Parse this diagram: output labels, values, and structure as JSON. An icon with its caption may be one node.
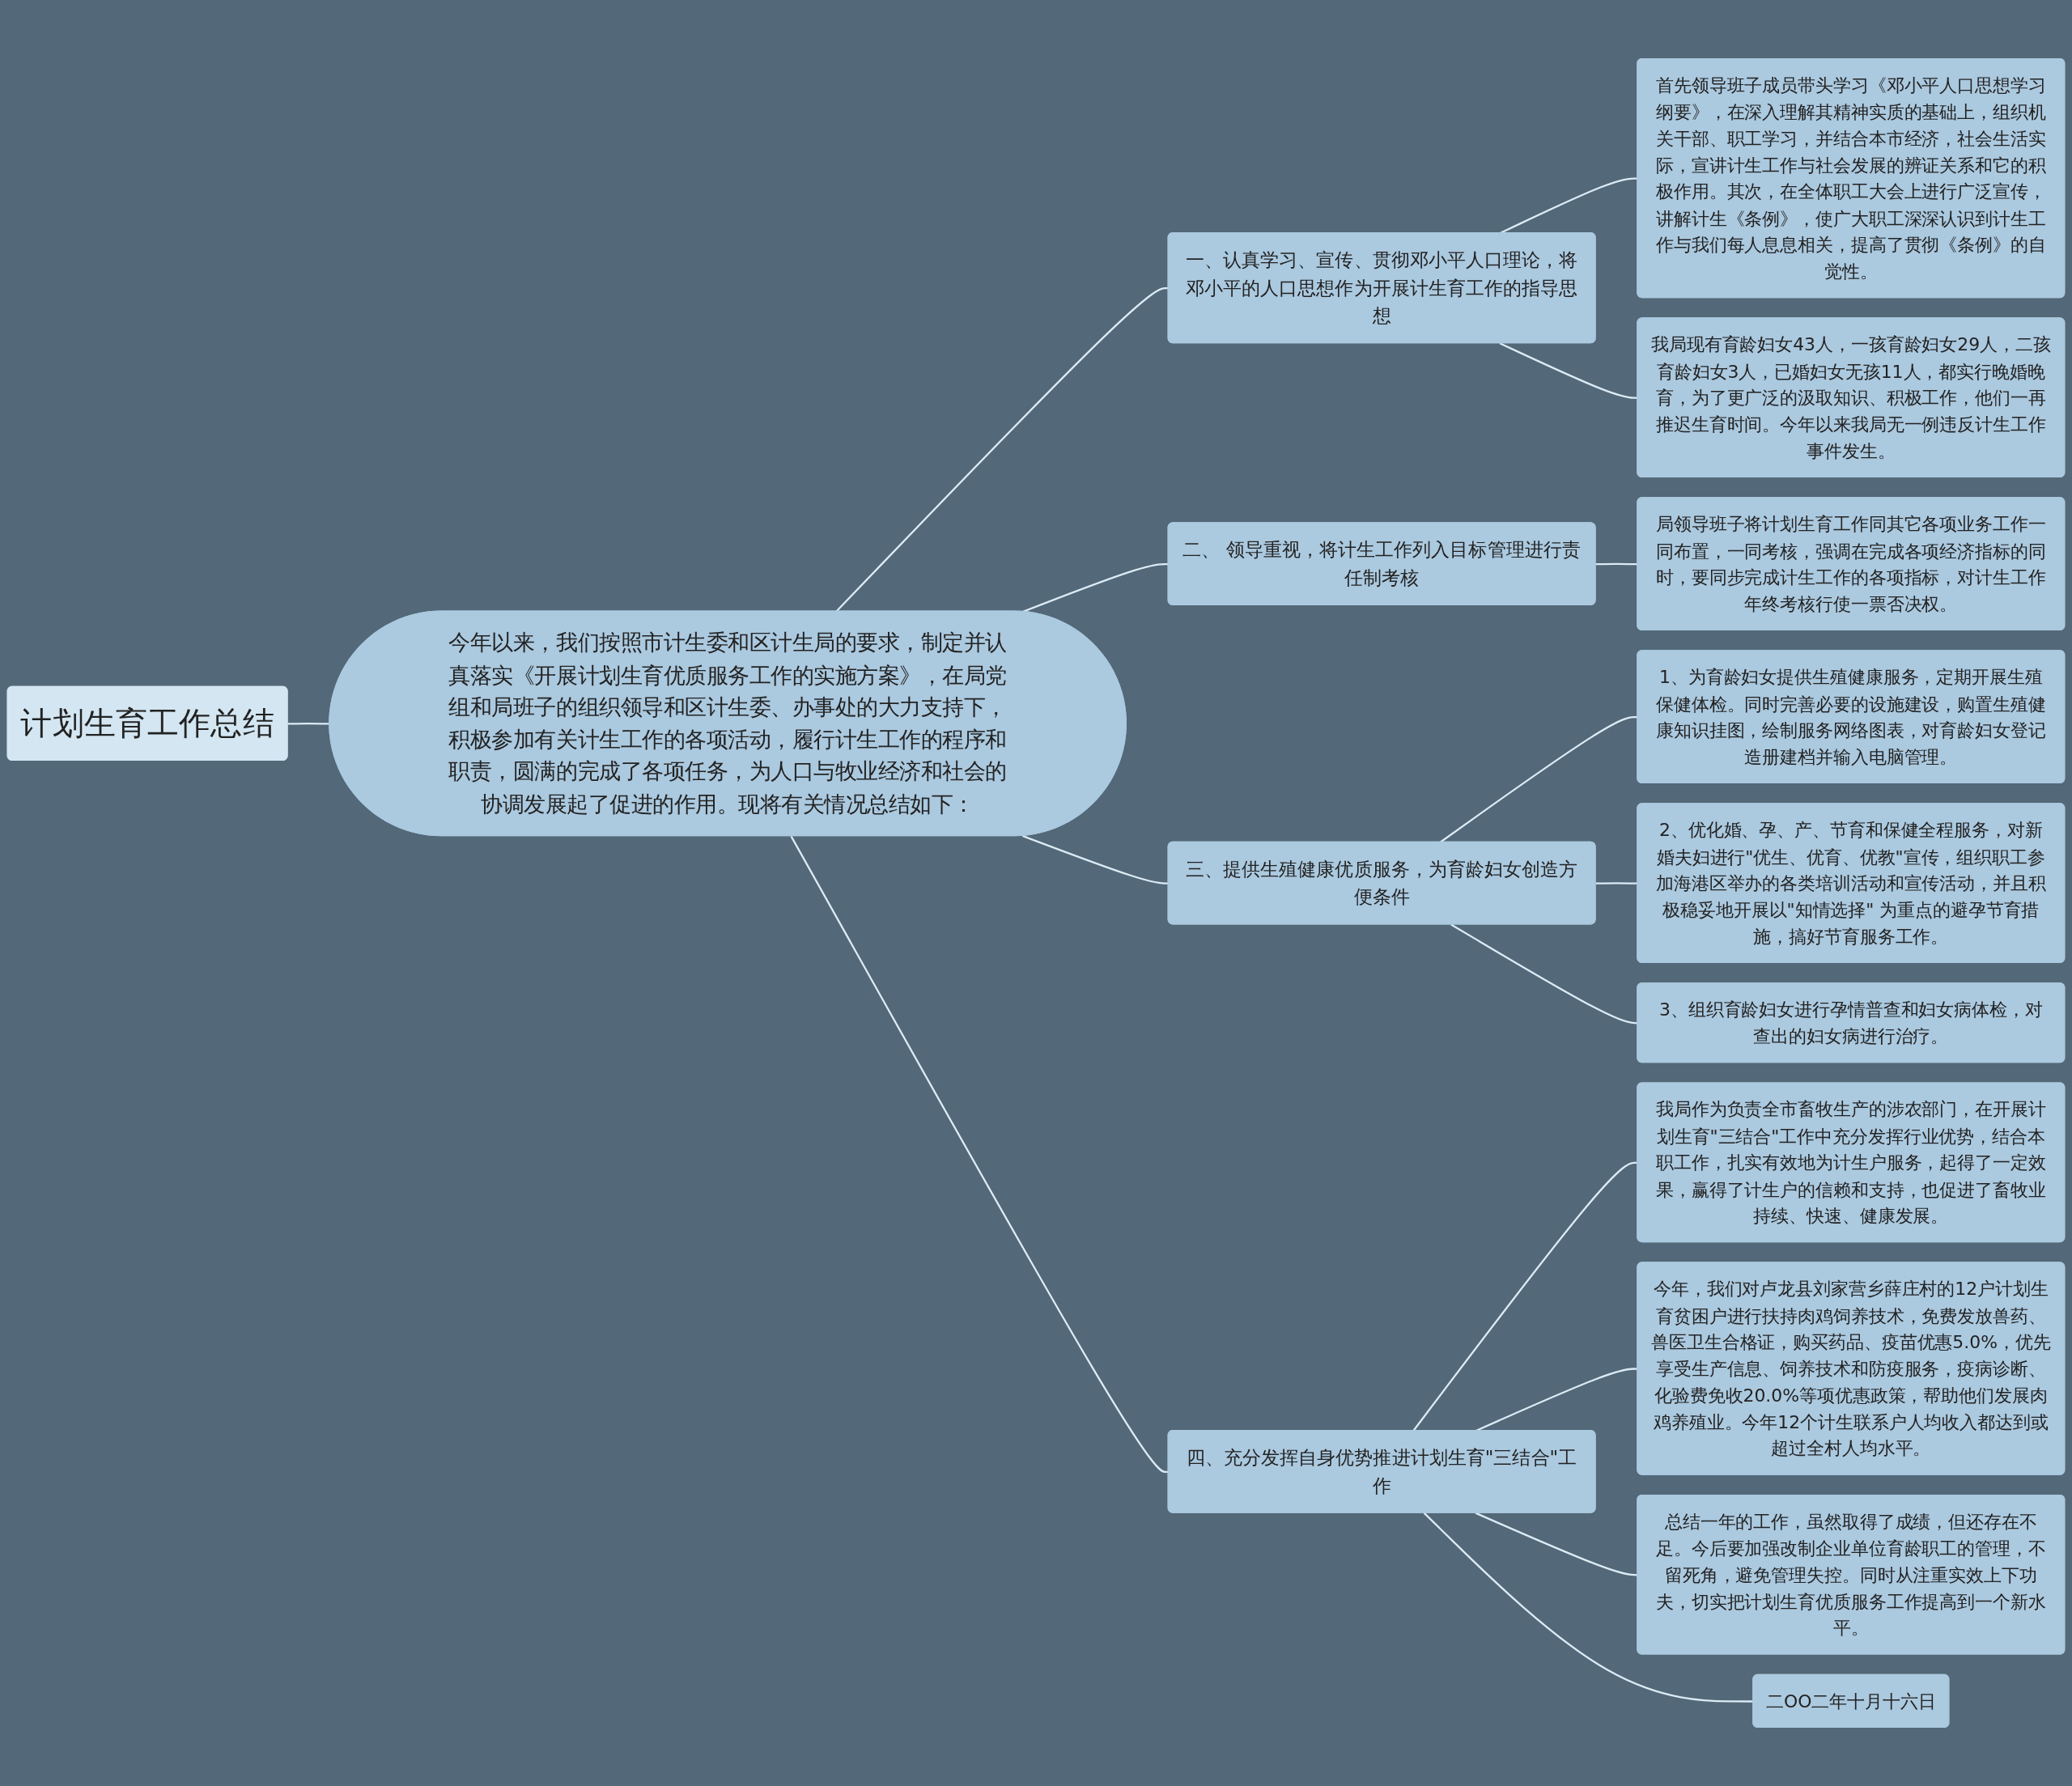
{
  "diagram": {
    "nodes": [
      {
        "text": [
          "计划生育工作总结"
        ]
      },
      {
        "text": [
          "今年以来，我们按照市计生委和区计生局的要求，制定并认真落实《开展计划生育优质服务工作的实施方案》，在局党组和局班子的组织领导和区计生委、办事处的大力支持下，积极参加有关计生工作的各项活动，履行计生工作的程序和职责，圆满的完成了各项任务，为人口与牧业经济和社会的协调发展起了促进的作用。现将有关情况总结如下："
        ]
      },
      {
        "text": [
          "一、认真学习、宣传、贯彻邓小平人口理论，将邓小平的人口思想作为开展计生育工作的指导思想"
        ]
      },
      {
        "text": [
          "首先领导班子成员带头学习《邓小平人口思想学习纲要》，在深入理解其精神实质的基础上，组织机关干部、职工学习，并结合本市经济，社会生活实际，宣讲计生工作与社会发展的辨证关系和它的积极作用。其次，在全体职工大会上进行广泛宣传，讲解计生《条例》，使广大职工深深认识到计生工作与我们每人息息相关，提高了贯彻《条例》的自觉性。"
        ]
      },
      {
        "text": [
          "我局现有育龄妇女43人，一孩育龄妇女29人，二孩育龄妇女3人，已婚妇女无孩11人，都实行晚婚晚育，为了更广泛的汲取知识、积极工作，他们一再推迟生育时间。今年以来我局无一例违反计生工作事件发生。"
        ]
      },
      {
        "text": [
          "二、 领导重视，将计生工作列入目标管理进行责任制考核"
        ]
      },
      {
        "text": [
          "局领导班子将计划生育工作同其它各项业务工作一同布置，一同考核，强调在完成各项经济指标的同时，要同步完成计生工作的各项指标，对计生工作年终考核行使一票否决权。"
        ]
      },
      {
        "text": [
          "三、提供生殖健康优质服务，为育龄妇女创造方便条件"
        ]
      },
      {
        "text": [
          "1、为育龄妇女提供生殖健康服务，定期开展生殖保健体检。同时完善必要的设施建设，购置生殖健康知识挂图，绘制服务网络图表，对育龄妇女登记造册建档并输入电脑管理。"
        ]
      },
      {
        "text": [
          "2、优化婚、孕、产、节育和保健全程服务，对新婚夫妇进行\"优生、优育、优教\"宣传，组织职工参加海港区举办的各类培训活动和宣传活动，并且积极稳妥地开展以\"知情选择\" 为重点的避孕节育措施，搞好节育服务工作。"
        ]
      },
      {
        "text": [
          "3、组织育龄妇女进行孕情普查和妇女病体检，对查出的妇女病进行治疗。"
        ]
      },
      {
        "text": [
          "四、充分发挥自身优势推进计划生育\"三结合\"工作"
        ]
      },
      {
        "text": [
          "我局作为负责全市畜牧生产的涉农部门，在开展计划生育\"三结合\"工作中充分发挥行业优势，结合本职工作，扎实有效地为计生户服务，起得了一定效果，赢得了计生户的信赖和支持，也促进了畜牧业持续、快速、健康发展。"
        ]
      },
      {
        "text": [
          "今年，我们对卢龙县刘家营乡薛庄村的12户计划生育贫困户进行扶持肉鸡饲养技术，免费发放兽药、兽医卫生合格证，购买药品、疫苗优惠5.0%，优先享受生产信息、饲养技术和防疫服务，疫病诊断、化验费免收20.0%等项优惠政策，帮助他们发展肉鸡养殖业。今年12个计生联系户人均收入都达到或超过全村人均水平。"
        ]
      },
      {
        "text": [
          "总结一年的工作，虽然取得了成绩，但还存在不足。今后要加强改制企业单位育龄职工的管理，不留死角，避免管理失控。同时从注重实效上下功夫，切实把计划生育优质服务工作提高到一个新水平。"
        ]
      },
      {
        "text": [
          "二OO二年十月十六日"
        ]
      }
    ],
    "edges": [
      {
        "from": 0,
        "to": 1,
        "arrow": "none"
      },
      {
        "from": 1,
        "to": 2,
        "arrow": "none"
      },
      {
        "from": 2,
        "to": 3,
        "arrow": "none"
      },
      {
        "from": 2,
        "to": 4,
        "arrow": "none"
      },
      {
        "from": 1,
        "to": 5,
        "arrow": "none"
      },
      {
        "from": 5,
        "to": 6,
        "arrow": "none"
      },
      {
        "from": 1,
        "to": 7,
        "arrow": "none"
      },
      {
        "from": 7,
        "to": 8,
        "arrow": "none"
      },
      {
        "from": 7,
        "to": 9,
        "arrow": "none"
      },
      {
        "from": 7,
        "to": 10,
        "arrow": "none"
      },
      {
        "from": 1,
        "to": 11,
        "arrow": "none"
      },
      {
        "from": 11,
        "to": 12,
        "arrow": "none"
      },
      {
        "from": 11,
        "to": 13,
        "arrow": "none"
      },
      {
        "from": 11,
        "to": 14,
        "arrow": "none"
      },
      {
        "from": 11,
        "to": 15,
        "arrow": "none"
      }
    ]
  }
}
